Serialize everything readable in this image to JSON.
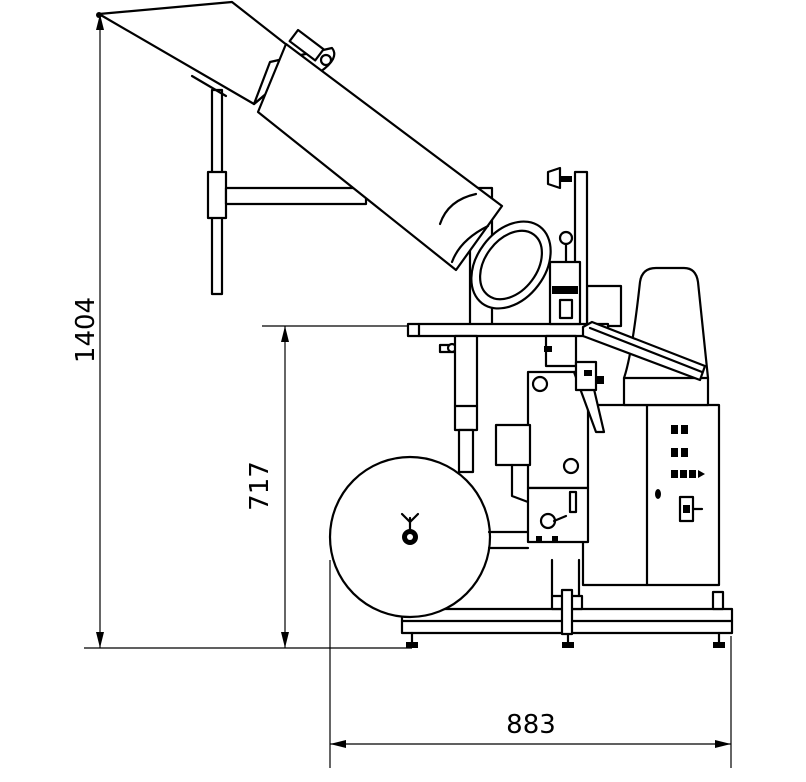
{
  "dimensions": {
    "overall_height": "1404",
    "table_height": "717",
    "overall_width": "883"
  },
  "colors": {
    "line": "#000000",
    "background": "#ffffff"
  }
}
